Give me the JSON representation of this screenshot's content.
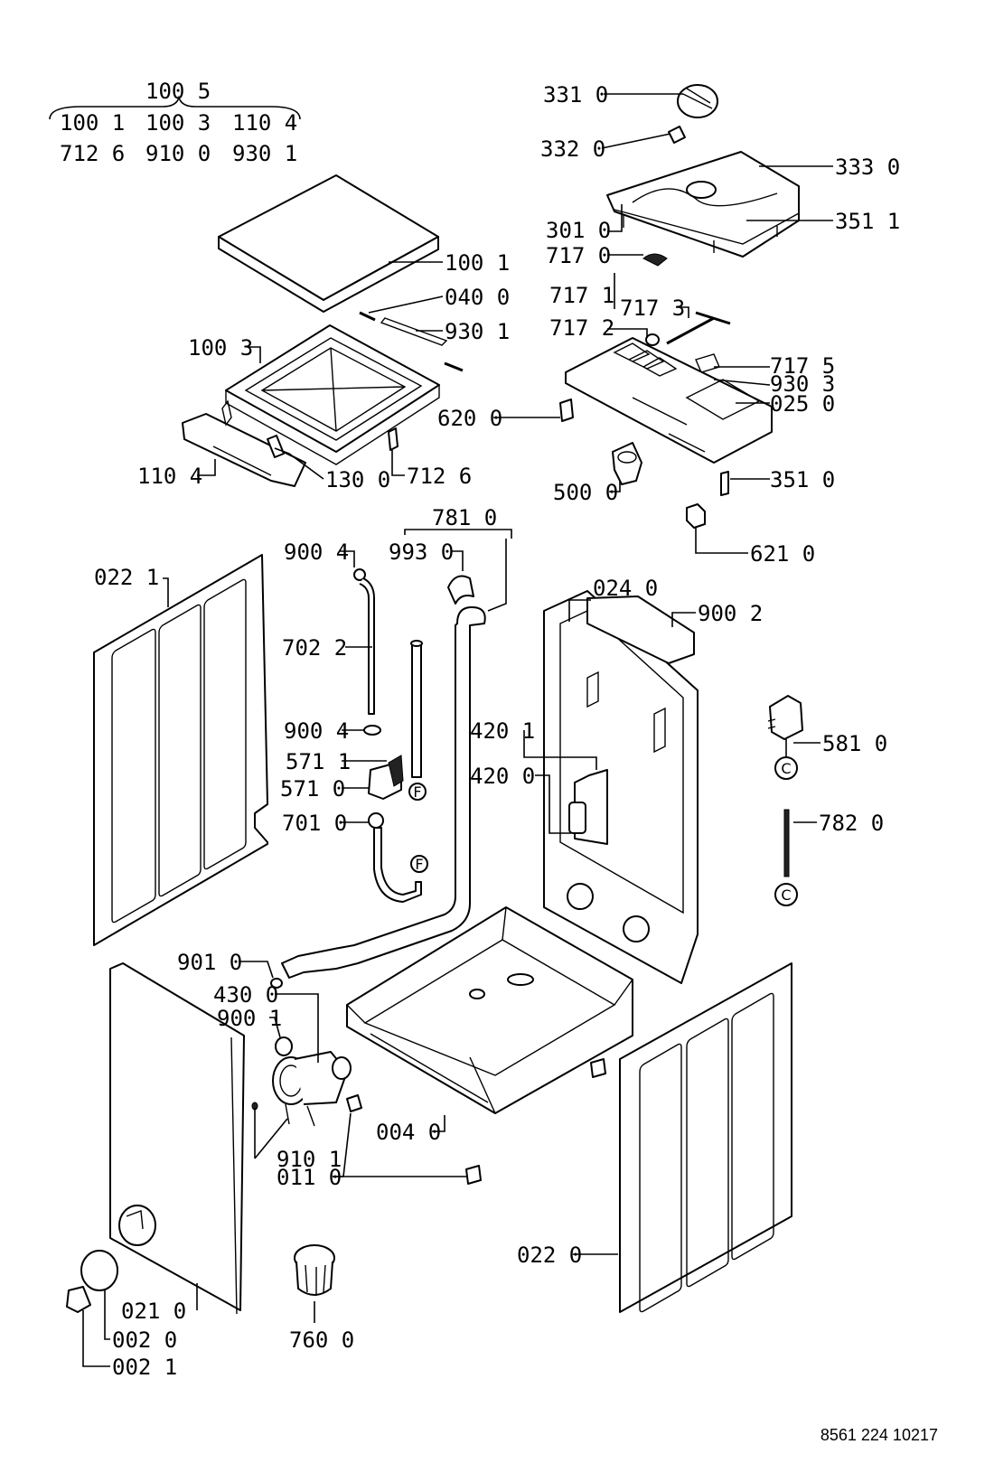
{
  "diagram_title": "",
  "document_number": "8561 224 10217",
  "kit": {
    "code": "100 5",
    "components": [
      "100 1",
      "100 3",
      "110 4",
      "712 6",
      "910 0",
      "930 1"
    ]
  },
  "callouts": [
    {
      "id": "331-0",
      "text": "331 0"
    },
    {
      "id": "332-0",
      "text": "332 0"
    },
    {
      "id": "333-0",
      "text": "333 0"
    },
    {
      "id": "301-0",
      "text": "301 0"
    },
    {
      "id": "351-1",
      "text": "351 1"
    },
    {
      "id": "717-0",
      "text": "717 0"
    },
    {
      "id": "717-1",
      "text": "717 1"
    },
    {
      "id": "717-3",
      "text": "717 3"
    },
    {
      "id": "717-2",
      "text": "717 2"
    },
    {
      "id": "717-5",
      "text": "717 5"
    },
    {
      "id": "930-3",
      "text": "930 3"
    },
    {
      "id": "025-0",
      "text": "025 0"
    },
    {
      "id": "620-0",
      "text": "620 0"
    },
    {
      "id": "351-0",
      "text": "351 0"
    },
    {
      "id": "500-0",
      "text": "500 0"
    },
    {
      "id": "621-0",
      "text": "621 0"
    },
    {
      "id": "100-1",
      "text": "100 1"
    },
    {
      "id": "040-0",
      "text": "040 0"
    },
    {
      "id": "930-1",
      "text": "930 1"
    },
    {
      "id": "100-3",
      "text": "100 3"
    },
    {
      "id": "110-4",
      "text": "110 4"
    },
    {
      "id": "130-0",
      "text": "130 0"
    },
    {
      "id": "712-6",
      "text": "712 6"
    },
    {
      "id": "781-0",
      "text": "781 0"
    },
    {
      "id": "900-4a",
      "text": "900 4"
    },
    {
      "id": "993-0",
      "text": "993 0"
    },
    {
      "id": "022-1",
      "text": "022 1"
    },
    {
      "id": "702-2",
      "text": "702 2"
    },
    {
      "id": "900-4b",
      "text": "900 4"
    },
    {
      "id": "571-1",
      "text": "571 1"
    },
    {
      "id": "571-0",
      "text": "571 0"
    },
    {
      "id": "701-0",
      "text": "701 0"
    },
    {
      "id": "024-0",
      "text": "024 0"
    },
    {
      "id": "900-2",
      "text": "900 2"
    },
    {
      "id": "420-1",
      "text": "420 1"
    },
    {
      "id": "420-0",
      "text": "420 0"
    },
    {
      "id": "581-0",
      "text": "581 0"
    },
    {
      "id": "782-0",
      "text": "782 0"
    },
    {
      "id": "901-0",
      "text": "901 0"
    },
    {
      "id": "430-0",
      "text": "430 0"
    },
    {
      "id": "900-1",
      "text": "900 1"
    },
    {
      "id": "004-0",
      "text": "004 0"
    },
    {
      "id": "910-1",
      "text": "910 1"
    },
    {
      "id": "011-0",
      "text": "011 0"
    },
    {
      "id": "022-0",
      "text": "022 0"
    },
    {
      "id": "021-0",
      "text": "021 0"
    },
    {
      "id": "002-0",
      "text": "002 0"
    },
    {
      "id": "002-1",
      "text": "002 1"
    },
    {
      "id": "760-0",
      "text": "760 0"
    }
  ],
  "connector_marks": {
    "c": "C",
    "f": "F"
  }
}
